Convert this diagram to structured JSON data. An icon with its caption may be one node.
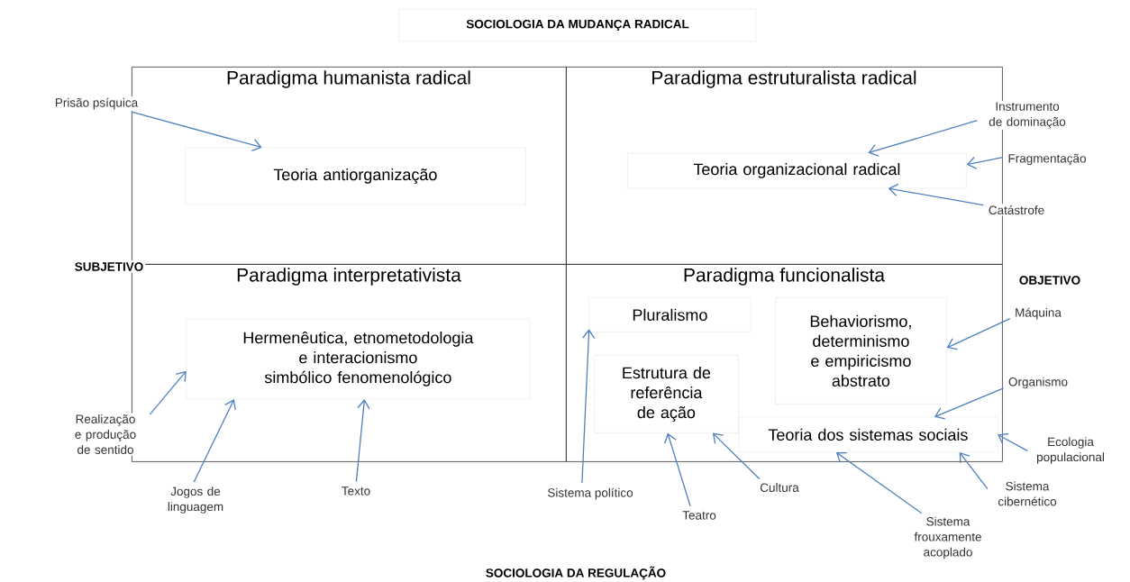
{
  "diagram": {
    "nodes": [
      {
        "text": [
          "Paradigma humanista radical"
        ]
      },
      {
        "text": [
          "Paradigma estruturalista radical"
        ]
      },
      {
        "text": [
          "Paradigma interpretativista"
        ]
      },
      {
        "text": [
          "Paradigma funcionalista"
        ]
      },
      {
        "text": [
          "Teoria antiorganização"
        ],
        "in": 0
      },
      {
        "text": [
          "Teoria organizacional radical"
        ],
        "in": 1
      },
      {
        "text": [
          "Hermenêutica, etnometodologia e interacionismo simbólico fenomenológico"
        ],
        "in": 2
      },
      {
        "text": [
          "Pluralismo"
        ],
        "in": 3
      },
      {
        "text": [
          "Behaviorismo, determinismo e empiricismo abstrato"
        ],
        "in": 3
      },
      {
        "text": [
          "Estrutura de referência de ação"
        ],
        "in": 3
      },
      {
        "text": [
          "Teoria dos sistemas sociais"
        ],
        "in": 3
      },
      {
        "text": [
          "Prisão psíquica"
        ]
      },
      {
        "text": [
          "Instrumento de dominação"
        ]
      },
      {
        "text": [
          "Fragmentação"
        ]
      },
      {
        "text": [
          "Catástrofe"
        ]
      },
      {
        "text": [
          "Realização e produção de sentido"
        ]
      },
      {
        "text": [
          "Jogos de linguagem"
        ]
      },
      {
        "text": [
          "Texto"
        ]
      },
      {
        "text": [
          "Sistema político"
        ]
      },
      {
        "text": [
          "Teatro"
        ]
      },
      {
        "text": [
          "Cultura"
        ]
      },
      {
        "text": [
          "Máquina"
        ]
      },
      {
        "text": [
          "Organismo"
        ]
      },
      {
        "text": [
          "Ecologia populacional"
        ]
      },
      {
        "text": [
          "Sistema cibernético"
        ]
      },
      {
        "text": [
          "Sistema frouxamente acoplado"
        ]
      }
    ],
    "edges": [
      {
        "from": 11,
        "to": 4,
        "arrow": "to"
      },
      {
        "from": 12,
        "to": 5,
        "arrow": "to"
      },
      {
        "from": 13,
        "to": 5,
        "arrow": "to"
      },
      {
        "from": 14,
        "to": 5,
        "arrow": "to"
      },
      {
        "from": 15,
        "to": 6,
        "arrow": "to"
      },
      {
        "from": 16,
        "to": 6,
        "arrow": "to"
      },
      {
        "from": 17,
        "to": 6,
        "arrow": "to"
      },
      {
        "from": 18,
        "to": 7,
        "arrow": "to"
      },
      {
        "from": 19,
        "to": 9,
        "arrow": "to"
      },
      {
        "from": 20,
        "to": 9,
        "arrow": "to"
      },
      {
        "from": 21,
        "to": 8,
        "arrow": "to"
      },
      {
        "from": 22,
        "to": 10,
        "arrow": "to"
      },
      {
        "from": 23,
        "to": 10,
        "arrow": "to"
      },
      {
        "from": 24,
        "to": 10,
        "arrow": "to"
      },
      {
        "from": 25,
        "to": 10,
        "arrow": "to"
      }
    ],
    "labels": [
      "SOCIOLOGIA DA MUDANÇA RADICAL",
      "SUBJETIVO",
      "OBJETIVO",
      "SOCIOLOGIA DA REGULAÇÃO"
    ]
  }
}
